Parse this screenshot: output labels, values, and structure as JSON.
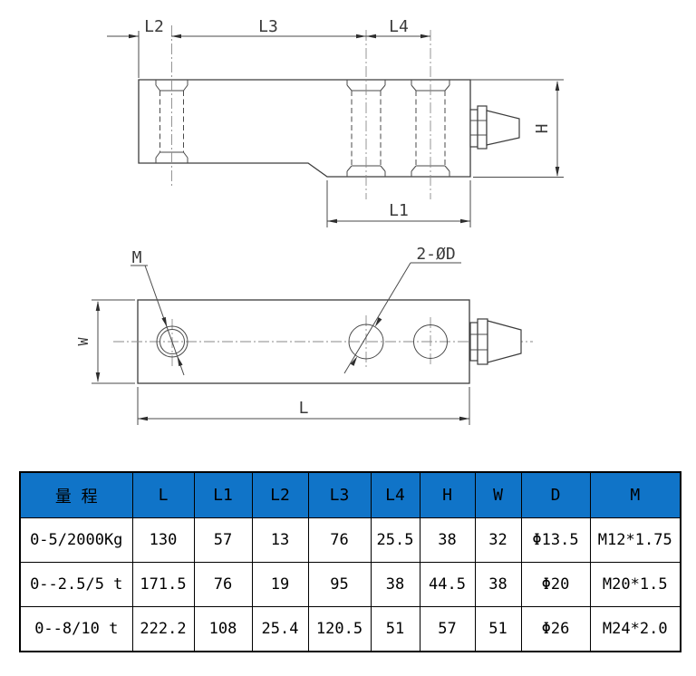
{
  "drawing": {
    "side_view": {
      "dim_l2": "L2",
      "dim_l3": "L3",
      "dim_l4": "L4",
      "dim_l1": "L1",
      "dim_h": "H"
    },
    "plan_view": {
      "thread_label": "M",
      "holes_label": "2-ØD",
      "dim_w": "W",
      "dim_l": "L"
    }
  },
  "table": {
    "header_bg": "#1074C8",
    "headers": [
      "量  程",
      "L",
      "L1",
      "L2",
      "L3",
      "L4",
      "H",
      "W",
      "D",
      "M"
    ],
    "rows": [
      [
        "0-5/2000Kg",
        "130",
        "57",
        "13",
        "76",
        "25.5",
        "38",
        "32",
        "Φ13.5",
        "M12*1.75"
      ],
      [
        "0--2.5/5 t",
        "171.5",
        "76",
        "19",
        "95",
        "38",
        "44.5",
        "38",
        "Φ20",
        "M20*1.5"
      ],
      [
        "0--8/10 t",
        "222.2",
        "108",
        "25.4",
        "120.5",
        "51",
        "57",
        "51",
        "Φ26",
        "M24*2.0"
      ]
    ]
  }
}
